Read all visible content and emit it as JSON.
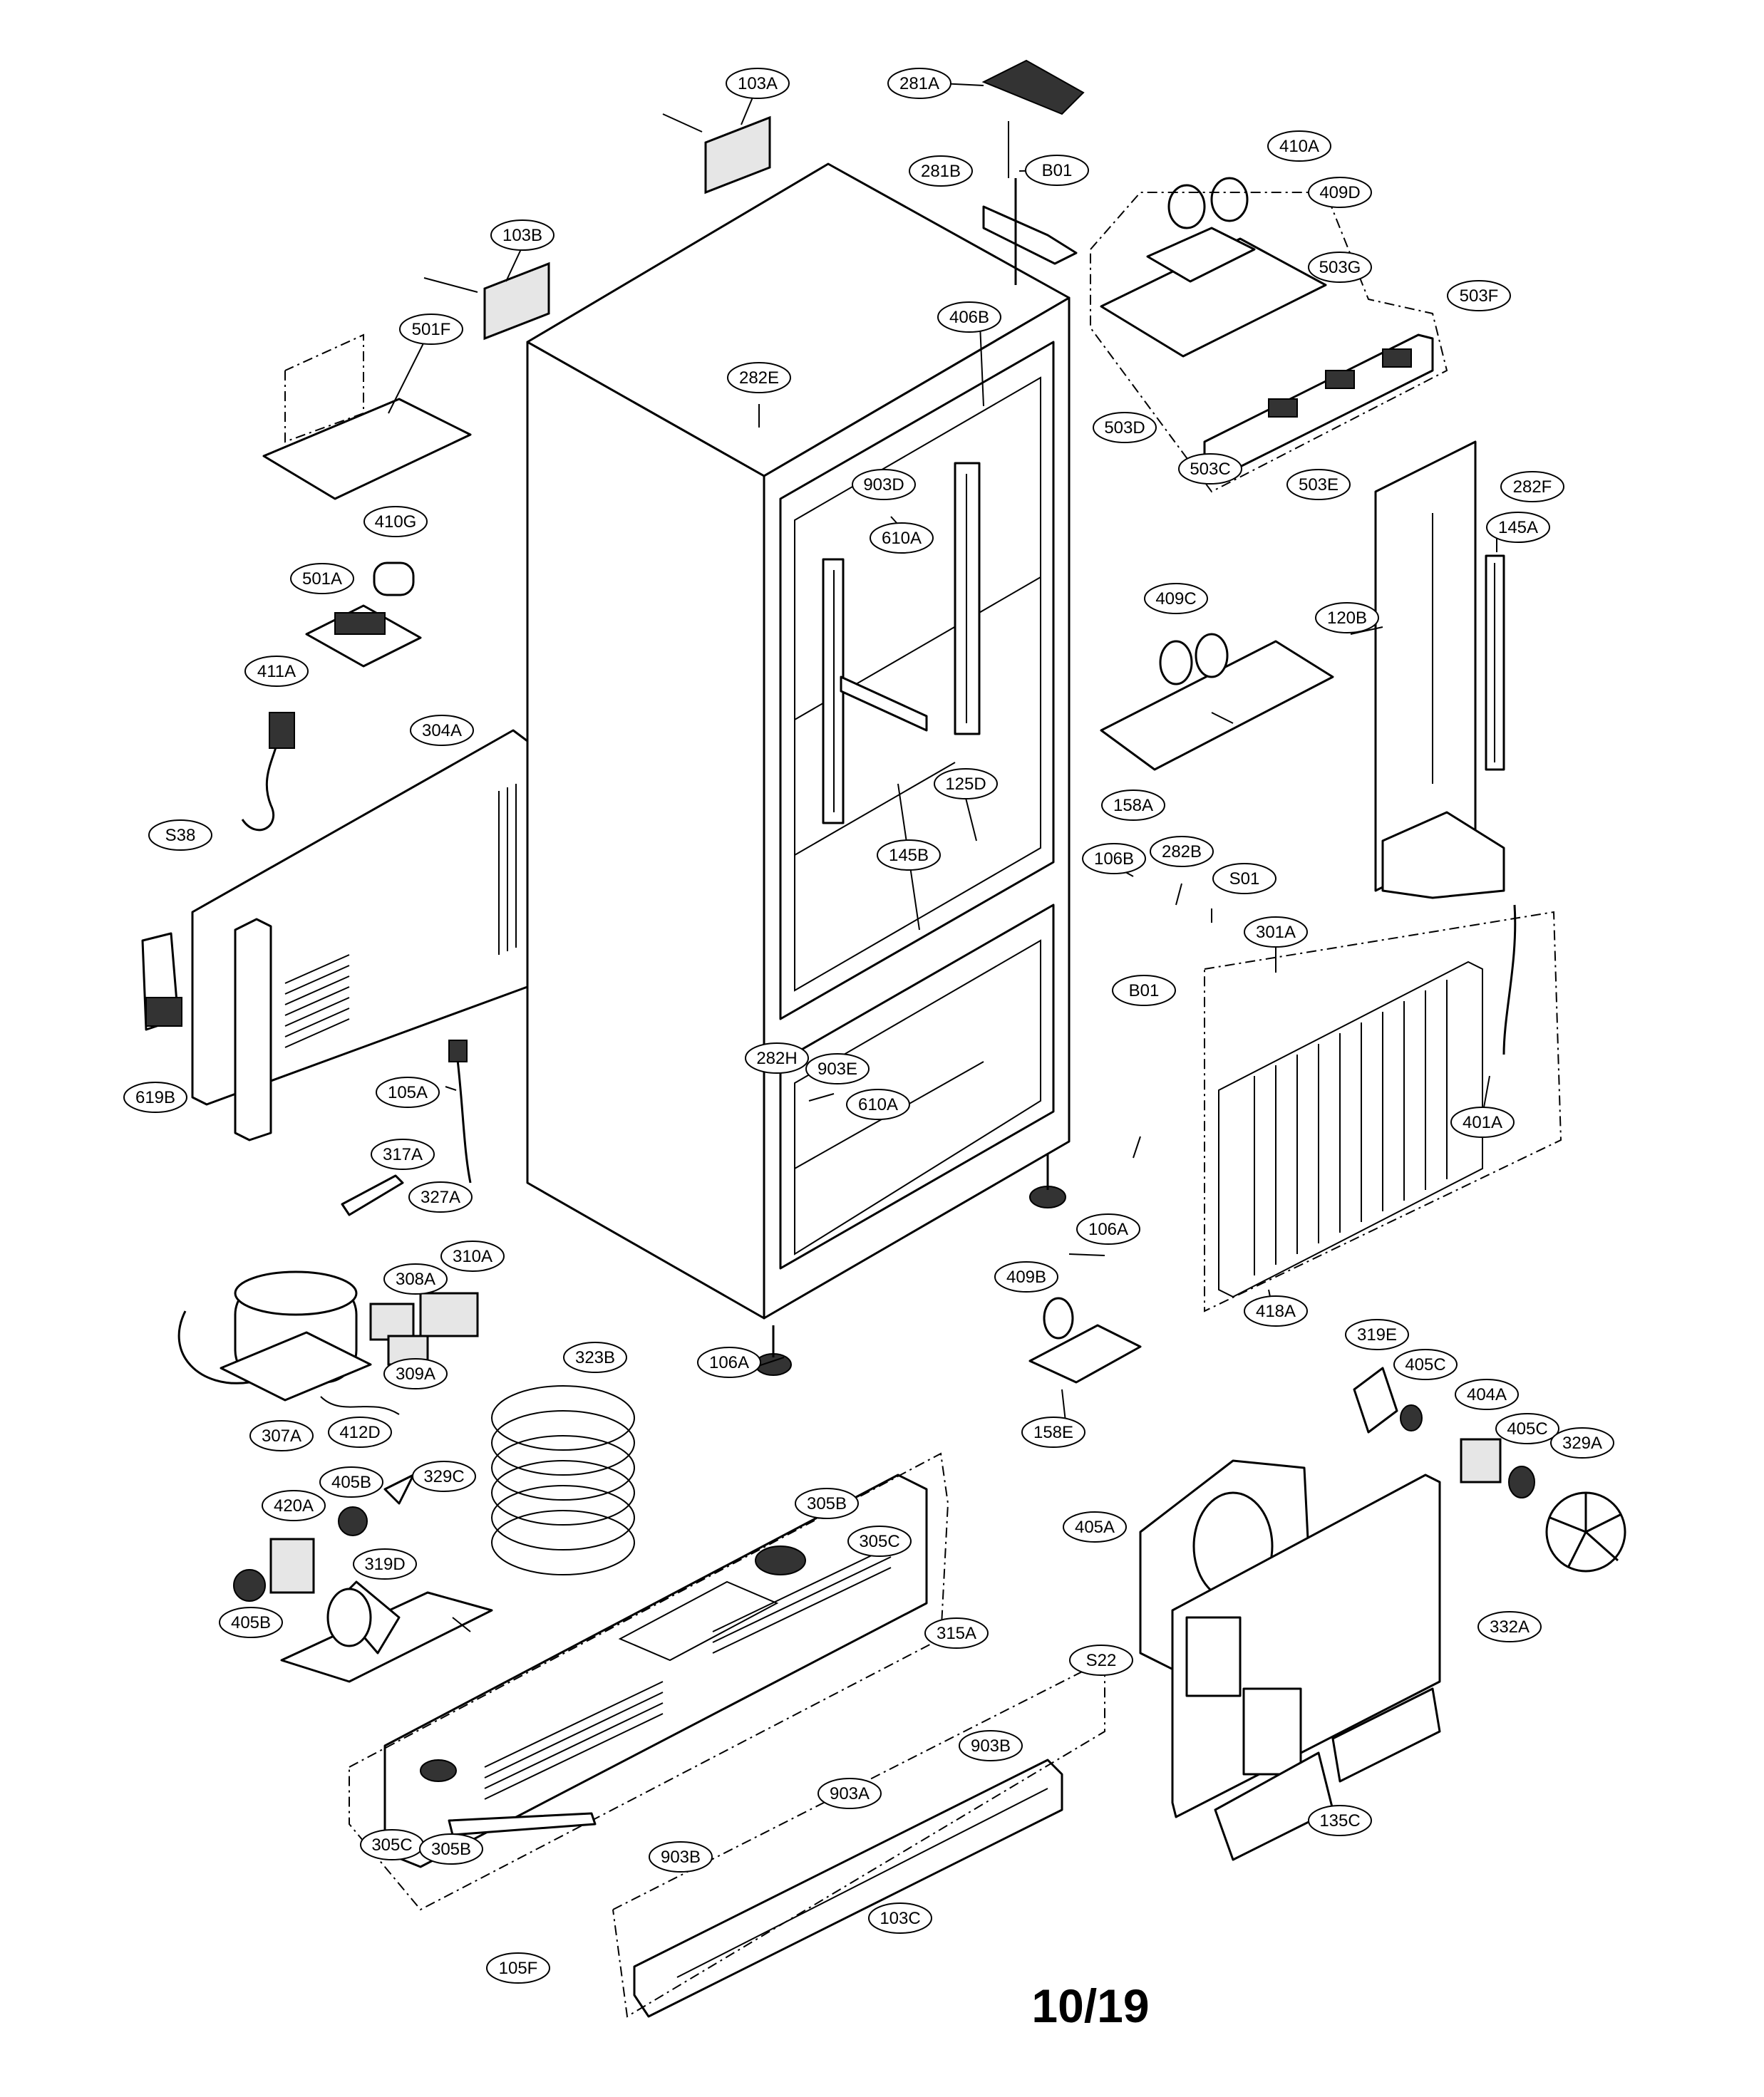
{
  "page": {
    "number_label": "10/19"
  },
  "labels": [
    "103A",
    "281A",
    "B01",
    "281B",
    "410A",
    "409D",
    "103B",
    "503G",
    "501F",
    "406B",
    "503F",
    "282E",
    "503D",
    "503C",
    "503E",
    "903D",
    "282F",
    "410G",
    "610A",
    "145A",
    "501A",
    "409C",
    "120B",
    "411A",
    "125D",
    "304A",
    "158A",
    "S38",
    "145B",
    "106B",
    "282B",
    "S01",
    "301A",
    "B01",
    "282H",
    "401A",
    "903E",
    "610A",
    "619B",
    "105A",
    "317A",
    "106A",
    "327A",
    "310A",
    "409B",
    "308A",
    "418A",
    "106A",
    "319E",
    "405C",
    "323B",
    "309A",
    "158E",
    "404A",
    "307A",
    "412D",
    "405C",
    "329A",
    "405B",
    "329C",
    "420A",
    "405A",
    "305B",
    "305C",
    "319D",
    "315A",
    "332A",
    "405B",
    "S22",
    "903B",
    "903A",
    "305C",
    "305B",
    "135C",
    "903B",
    "103C",
    "105F"
  ]
}
